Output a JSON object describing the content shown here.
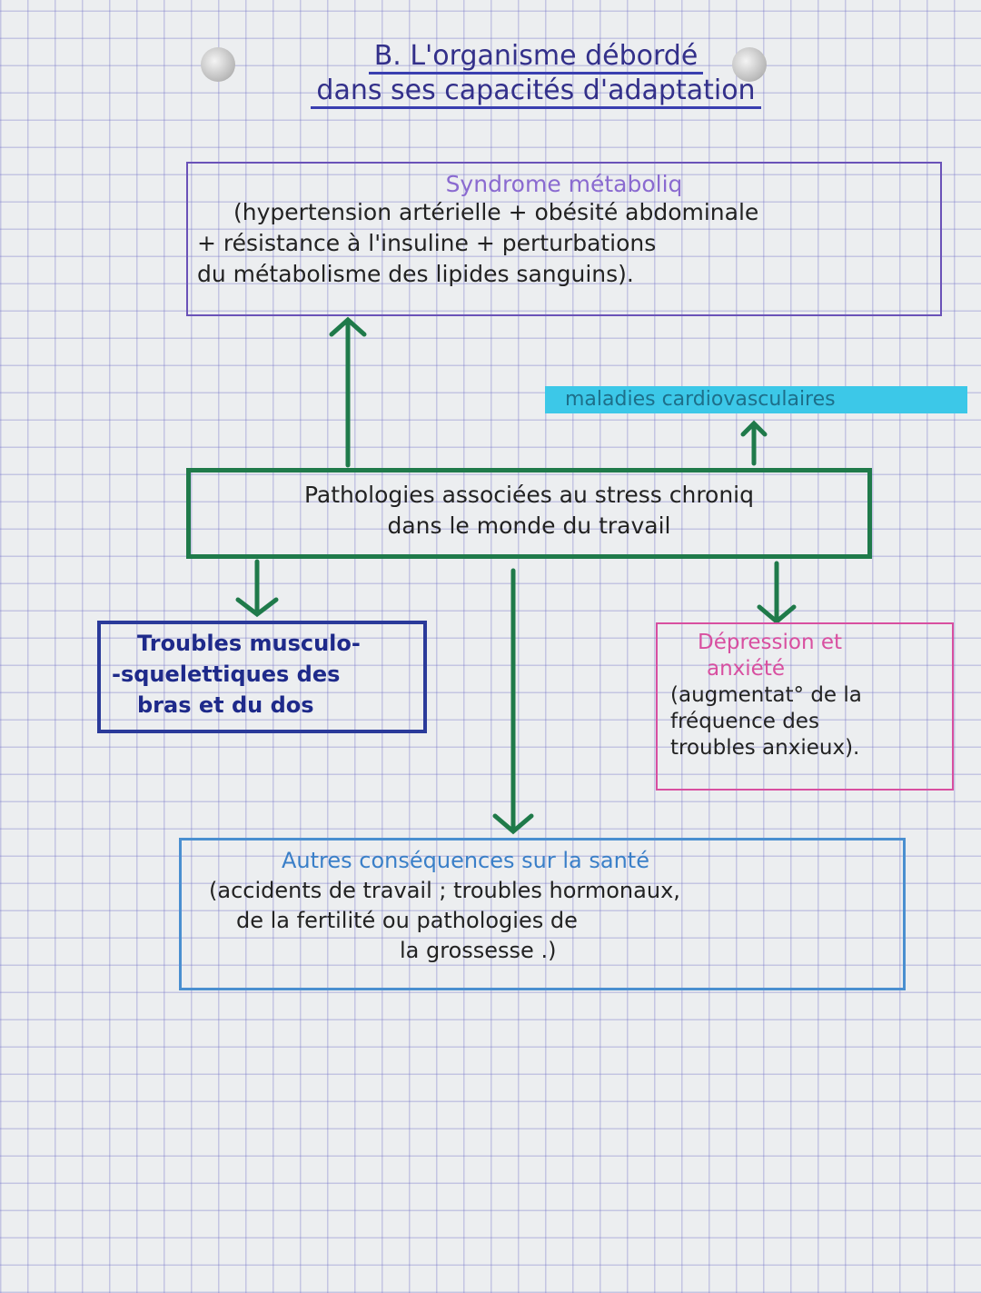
{
  "title": {
    "line1": "B. L'organisme débordé",
    "line2": "dans ses capacités d'adaptation"
  },
  "syndrome": {
    "heading": "Syndrome métaboliq",
    "lines": [
      "(hypertension artérielle + obésité abdominale",
      "+ résistance à l'insuline + perturbations",
      "du métabolisme des lipides sanguins)."
    ]
  },
  "cardio": "maladies cardiovasculaires",
  "center": {
    "lines": [
      "Pathologies associées au stress chroniq",
      "dans le monde du travail"
    ]
  },
  "troubles": {
    "lines": [
      "Troubles musculo-",
      "-squelettiques des",
      "bras et du dos"
    ]
  },
  "depression": {
    "heading1": "Dépression et",
    "heading2": "anxiété",
    "lines": [
      "(augmentat° de la",
      "fréquence des",
      "troubles anxieux)."
    ]
  },
  "autres": {
    "heading": "Autres conséquences sur la santé",
    "lines": [
      "(accidents de travail ; troubles hormonaux,",
      "de la fertilité ou pathologies de",
      "la grossesse .)"
    ]
  },
  "colors": {
    "green": "#1f7a4a",
    "purple": "#6a52b8",
    "navy": "#2a3a9a",
    "pink": "#d84fa0",
    "cyan": "#3cc8e8",
    "lightblue": "#4a8fd0"
  }
}
